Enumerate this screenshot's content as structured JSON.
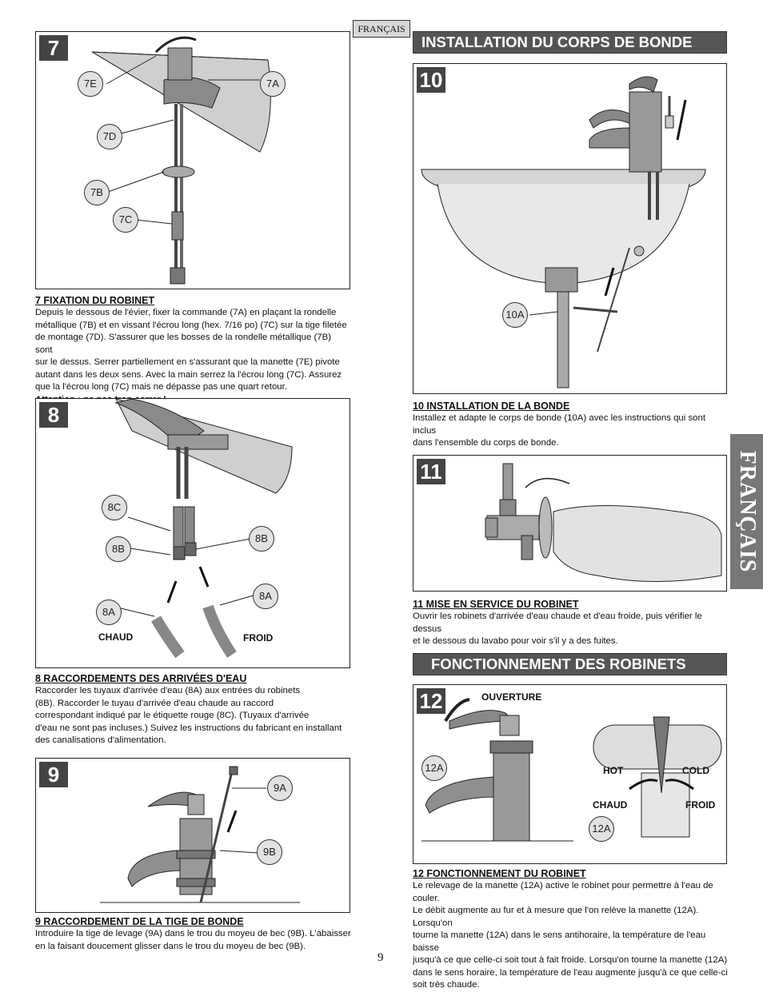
{
  "header": {
    "language_tag": "FRANÇAIS"
  },
  "side_tab": {
    "label": "FRANÇAIS"
  },
  "page_number": "9",
  "sections": {
    "install_drain": "INSTALLATION DU CORPS DE BONDE",
    "operation": "FONCTIONNEMENT DES ROBINETS"
  },
  "steps": {
    "s7": {
      "number": "7",
      "callouts": {
        "a": "7A",
        "b": "7B",
        "c": "7C",
        "d": "7D",
        "e": "7E"
      },
      "title": "7   FIXATION DU ROBINET",
      "text_lines": [
        "Depuis le dessous de l'évier, fixer la commande (7A) en plaçant la rondelle",
        "métallique (7B) et en vissant l'écrou long (hex. 7/16 po) (7C) sur la tige filetée",
        "de montage (7D). S'assurer que les bosses de la rondelle métallique (7B) sont",
        "sur le dessus. Serrer partiellement en s'assurant que la manette (7E) pivote",
        "autant dans les deux sens. Avec la main serrez la l'écrou long (7C). Assurez",
        "que la l'écrou long (7C) mais ne dépasse pas une quart retour."
      ],
      "warning": "Attention : ne pas trop serrer !"
    },
    "s8": {
      "number": "8",
      "callouts": {
        "a": "8A",
        "b": "8B",
        "b2": "8B",
        "c": "8C",
        "a2": "8A"
      },
      "labels": {
        "hot": "CHAUD",
        "cold": "FROID"
      },
      "title": "8   RACCORDEMENTS DES ARRIVÉES D'EAU",
      "text_lines": [
        "Raccorder les tuyaux d'arrivée d'eau (8A) aux entrées du robinets",
        "(8B). Raccorder le tuyau d'arrivée d'eau chaude au raccord",
        "correspondant indiqué par le étiquette rouge (8C). (Tuyaux d'arrivée",
        "d'eau ne sont pas incluses.) Suivez les instructions du fabricant en installant",
        "des canalisations d'alimentation."
      ]
    },
    "s9": {
      "number": "9",
      "callouts": {
        "a": "9A",
        "b": "9B"
      },
      "title": "9   RACCORDEMENT DE LA TIGE DE BONDE",
      "text_lines": [
        "Introduire la tige de levage (9A) dans le trou du moyeu de bec (9B). L'abaisser",
        "en la faisant doucement glisser dans le trou du moyeu de bec (9B)."
      ]
    },
    "s10": {
      "number": "10",
      "callouts": {
        "a": "10A"
      },
      "title": "10  INSTALLATION DE LA BONDE",
      "text_lines": [
        "Installez et adapte le corps de bonde (10A) avec les instructions qui sont inclus",
        "dans l'ensemble du corps de bonde."
      ]
    },
    "s11": {
      "number": "11",
      "title": "11   MISE EN SERVICE DU ROBINET",
      "text_lines": [
        "Ouvrir les robinets d'arrivée d'eau chaude et d'eau froide, puis vérifier le dessus",
        "et le dessous du lavabo pour voir s'il y a des fuites."
      ]
    },
    "s12": {
      "number": "12",
      "callouts": {
        "a": "12A",
        "b": "12A"
      },
      "labels": {
        "open": "OUVERTURE",
        "hot_en": "HOT",
        "cold_en": "COLD",
        "hot": "CHAUD",
        "cold": "FROID"
      },
      "title": "12  FONCTIONNEMENT DU ROBINET",
      "text_lines": [
        "Le relevage de la manette (12A) active le robinet pour permettre à l'eau de couler.",
        "Le débit augmente au fur et à mesure que l'on relève la manette (12A). Lorsqu'on",
        "tourne la manette (12A) dans le sens antihoraire, la température de l'eau baisse",
        "jusqu'à ce que celle-ci soit tout à fait froide. Lorsqu'on tourne la manette (12A)",
        "dans le sens horaire, la température de l'eau augmente jusqu'à ce que celle-ci",
        "soit très chaude."
      ]
    }
  }
}
